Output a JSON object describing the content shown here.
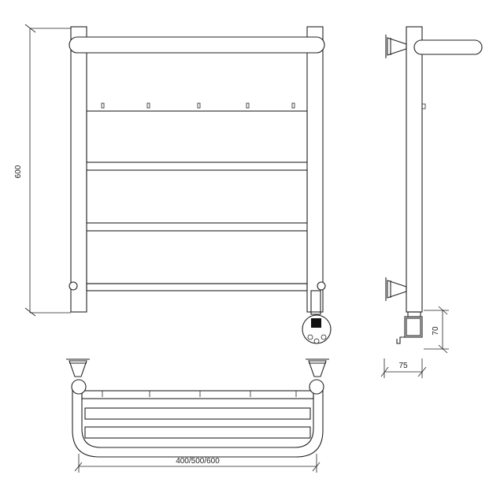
{
  "dimensions": {
    "height": "600",
    "width": "400/500/600",
    "depth": "75",
    "connector_height": "70"
  }
}
